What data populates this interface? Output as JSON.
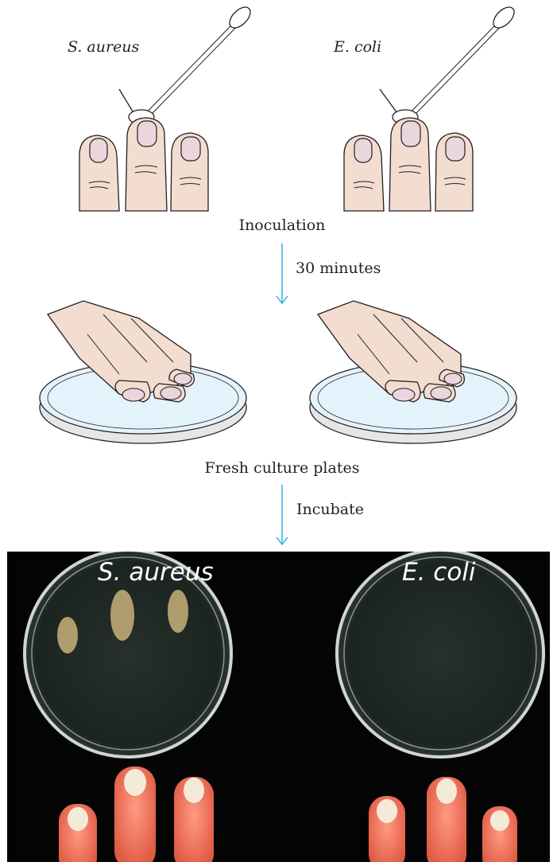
{
  "top_labels": {
    "left": "S. aureus",
    "right": "E. coli"
  },
  "steps": {
    "inoculation": "Inoculation",
    "wait": "30 minutes",
    "plates": "Fresh culture plates",
    "incubate": "Incubate"
  },
  "photo_labels": {
    "left": "S. aureus",
    "right": "E. coli"
  },
  "colors": {
    "arrow": "#29a8e0",
    "plate_fill": "#e4f3fb",
    "skin": "#f3ddd0",
    "skin_outline": "#231f20",
    "photo_bg": "#040404"
  }
}
